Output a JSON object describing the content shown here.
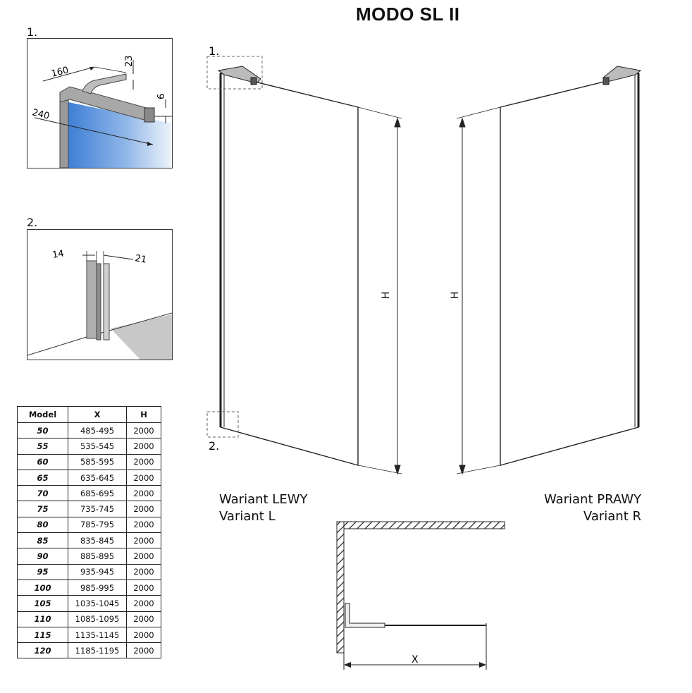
{
  "title": "MODO SL II",
  "details": {
    "detail1_label": "1.",
    "detail2_label": "2.",
    "detail1_dims": [
      "160",
      "23",
      "6",
      "240"
    ],
    "detail2_dims": [
      "14",
      "21"
    ]
  },
  "main_drawing": {
    "callout1": "1.",
    "callout2": "2.",
    "height_label_left": "H",
    "height_label_right": "H",
    "width_label": "X"
  },
  "variants": {
    "left_line1": "Wariant LEWY",
    "left_line2": "Variant L",
    "right_line1": "Wariant PRAWY",
    "right_line2": "Variant R"
  },
  "table": {
    "headers": [
      "Model",
      "X",
      "H"
    ],
    "rows": [
      [
        "50",
        "485-495",
        "2000"
      ],
      [
        "55",
        "535-545",
        "2000"
      ],
      [
        "60",
        "585-595",
        "2000"
      ],
      [
        "65",
        "635-645",
        "2000"
      ],
      [
        "70",
        "685-695",
        "2000"
      ],
      [
        "75",
        "735-745",
        "2000"
      ],
      [
        "80",
        "785-795",
        "2000"
      ],
      [
        "85",
        "835-845",
        "2000"
      ],
      [
        "90",
        "885-895",
        "2000"
      ],
      [
        "95",
        "935-945",
        "2000"
      ],
      [
        "100",
        "985-995",
        "2000"
      ],
      [
        "105",
        "1035-1045",
        "2000"
      ],
      [
        "110",
        "1085-1095",
        "2000"
      ],
      [
        "115",
        "1135-1145",
        "2000"
      ],
      [
        "120",
        "1185-1195",
        "2000"
      ]
    ]
  }
}
